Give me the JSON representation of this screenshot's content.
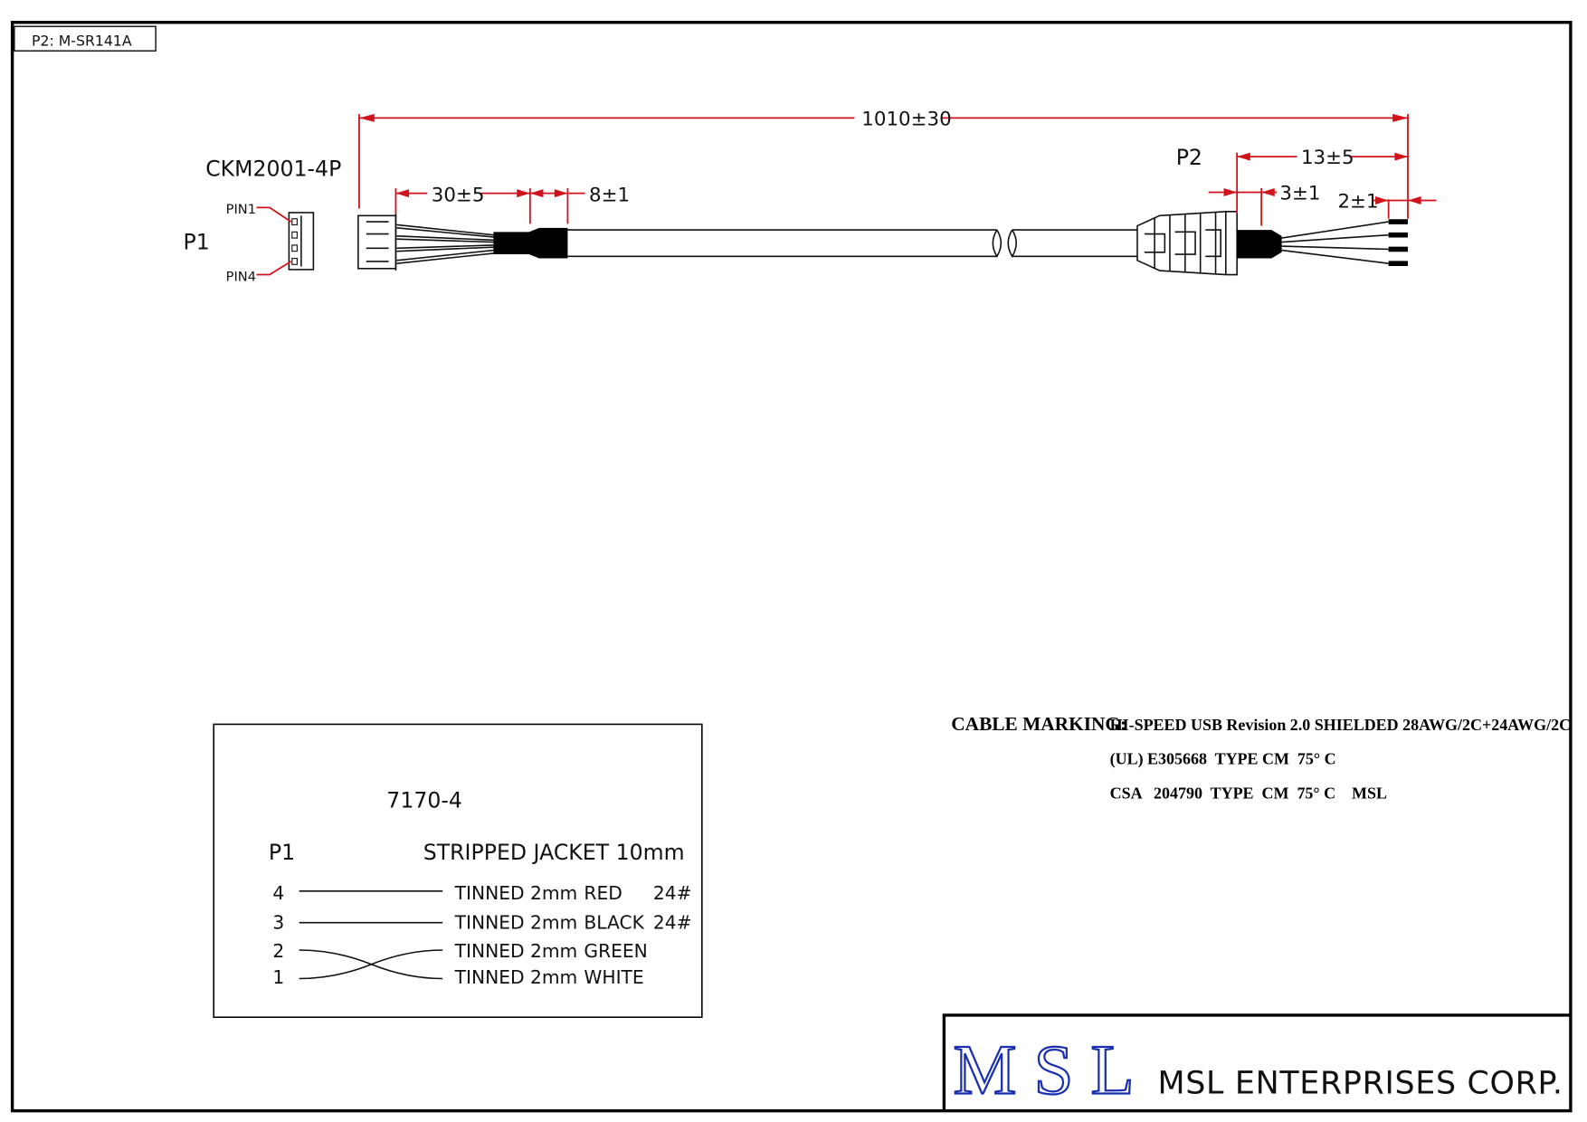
{
  "part_tag": "P2: M-SR141A",
  "connector_p1": {
    "label": "P1",
    "part": "CKM2001-4P",
    "pin1": "PIN1",
    "pin4": "PIN4"
  },
  "connector_p2": {
    "label": "P2"
  },
  "dimensions": {
    "overall": "1010±30",
    "p1_strip": "30±5",
    "p1_sleeve": "8±1",
    "p2_total": "13±5",
    "p2_sleeve": "3±1",
    "p2_tin": "2±1"
  },
  "pinout": {
    "title": "7170-4",
    "col_left": "P1",
    "col_right": "STRIPPED  JACKET  10mm",
    "rows": [
      {
        "pin": "4",
        "desc": "TINNED  2mm",
        "color": "RED",
        "gauge": "24#"
      },
      {
        "pin": "3",
        "desc": "TINNED  2mm",
        "color": "BLACK",
        "gauge": "24#"
      },
      {
        "pin": "2",
        "desc": "TINNED  2mm",
        "color": "GREEN",
        "gauge": ""
      },
      {
        "pin": "1",
        "desc": "TINNED  2mm",
        "color": "WHITE",
        "gauge": ""
      }
    ]
  },
  "cable_marking": {
    "label": "CABLE MARKING:",
    "lines": [
      "HI-SPEED USB Revision 2.0 SHIELDED 28AWG/2C+24AWG/2C",
      "(UL) E305668  TYPE CM  75° C",
      "CSA   204790  TYPE  CM  75° C    MSL"
    ]
  },
  "title_block": {
    "logo": "MSL",
    "company": "MSL ENTERPRISES CORP."
  },
  "colors": {
    "dimension": "#d0121b",
    "logo": "#1a2fb0"
  }
}
